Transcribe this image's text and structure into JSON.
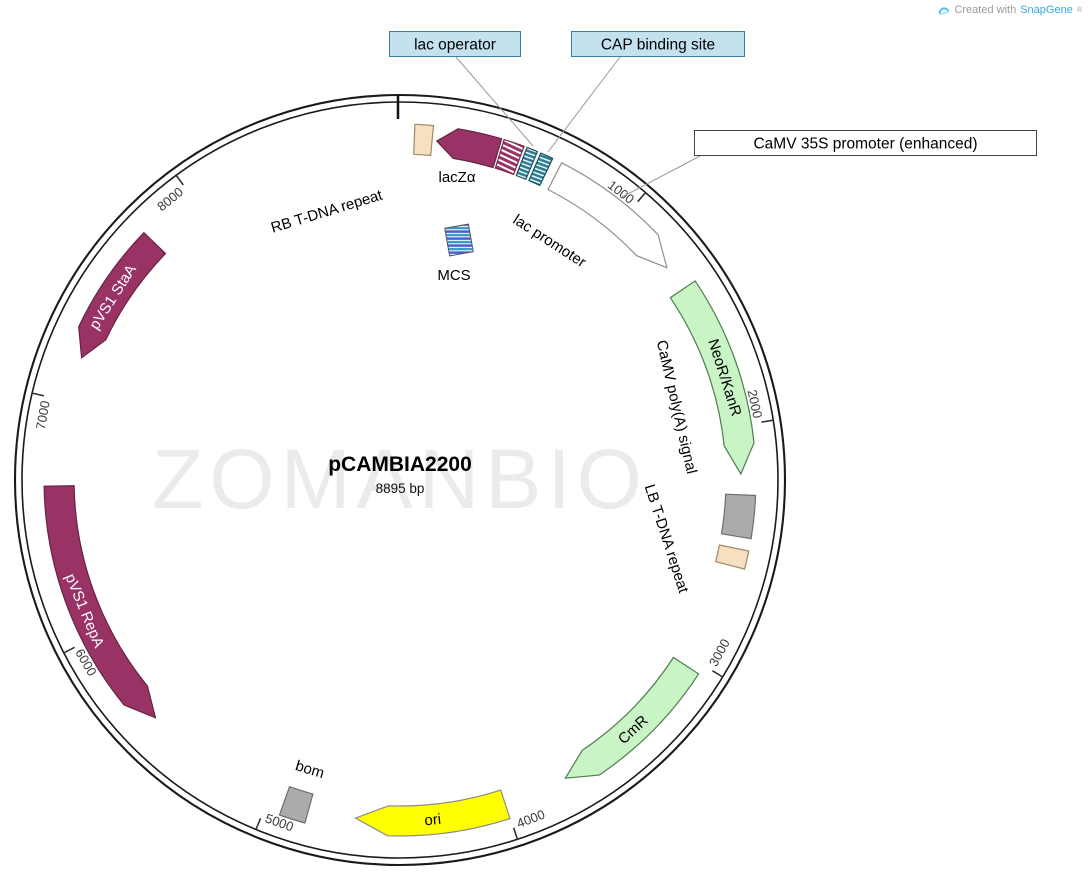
{
  "credit": {
    "prefix": "Created with",
    "brand": "SnapGene",
    "reg": "®"
  },
  "watermark": "ZOMANBIO",
  "plasmid": {
    "name": "pCAMBIA2200",
    "size": "8895 bp",
    "length_bp": 8895
  },
  "callouts": {
    "lac_operator": "lac operator",
    "cap_binding": "CAP binding site",
    "camv35s": "CaMV 35S promoter (enhanced)"
  },
  "labels": {
    "rb_tdna": "RB T-DNA repeat",
    "lacz": "lacZα",
    "lac_promoter": "lac promoter",
    "mcs": "MCS",
    "camv_polya": "CaMV poly(A) signal",
    "lb_tdna": "LB T-DNA repeat",
    "neor": "NeoR/KanR",
    "cmr": "CmR",
    "ori": "ori",
    "bom": "bom",
    "pvs1_repa": "pVS1 RepA",
    "pvs1_staa": "pVS1 StaA"
  },
  "ticks": [
    {
      "label": "1000"
    },
    {
      "label": "2000"
    },
    {
      "label": "3000"
    },
    {
      "label": "4000"
    },
    {
      "label": "5000"
    },
    {
      "label": "6000"
    },
    {
      "label": "7000"
    },
    {
      "label": "8000"
    }
  ],
  "features": [
    {
      "label": "RB T-DNA repeat",
      "shape": "box",
      "direction": null,
      "color_key": "tan",
      "approx_start_bp": 60,
      "approx_end_bp": 133
    },
    {
      "label": "lacZα",
      "shape": "arrow",
      "direction": "ccw",
      "color_key": "maroon",
      "approx_start_bp": 153,
      "approx_end_bp": 410
    },
    {
      "label": "lac promoter",
      "shape": "striped-box",
      "direction": null,
      "color_key": "maroon",
      "approx_start_bp": 420,
      "approx_end_bp": 504
    },
    {
      "label": "lac operator",
      "shape": "box",
      "direction": null,
      "color_key": "teal",
      "approx_start_bp": 516,
      "approx_end_bp": 561
    },
    {
      "label": "CAP binding site",
      "shape": "box",
      "direction": null,
      "color_key": "teal",
      "approx_start_bp": 576,
      "approx_end_bp": 628
    },
    {
      "label": "CaMV 35S promoter (enhanced)",
      "shape": "arrow",
      "direction": "cw",
      "color_key": "white",
      "approx_start_bp": 667,
      "approx_end_bp": 1273
    },
    {
      "label": "NeoR/KanR",
      "shape": "arrow",
      "direction": "cw",
      "color_key": "green",
      "approx_start_bp": 1384,
      "approx_end_bp": 2199
    },
    {
      "label": "CaMV poly(A) signal",
      "shape": "box",
      "direction": null,
      "color_key": "gray",
      "approx_start_bp": 2286,
      "approx_end_bp": 2459
    },
    {
      "label": "LB T-DNA repeat",
      "shape": "box",
      "direction": null,
      "color_key": "tan",
      "approx_start_bp": 2508,
      "approx_end_bp": 2582
    },
    {
      "label": "CmR",
      "shape": "arrow",
      "direction": "cw",
      "color_key": "green",
      "approx_start_bp": 3039,
      "approx_end_bp": 3731
    },
    {
      "label": "ori",
      "shape": "arrow",
      "direction": "cw",
      "color_key": "yellow",
      "approx_start_bp": 4003,
      "approx_end_bp": 4633
    },
    {
      "label": "bom",
      "shape": "box",
      "direction": null,
      "color_key": "gray",
      "approx_start_bp": 4831,
      "approx_end_bp": 4937
    },
    {
      "label": "pVS1 RepA",
      "shape": "arrow",
      "direction": "ccw",
      "color_key": "maroon",
      "approx_start_bp": 5579,
      "approx_end_bp": 6647
    },
    {
      "label": "pVS1 StaA",
      "shape": "arrow",
      "direction": "ccw",
      "color_key": "maroon",
      "approx_start_bp": 7190,
      "approx_end_bp": 7759
    }
  ],
  "colors": {
    "maroon": "#993366",
    "green": "#c9f4c5",
    "yellow": "#ffff00",
    "gray": "#ababab",
    "tan": "#f6e0bf",
    "white": "#ffffff",
    "teal": "#2c7e94",
    "callout_blue": "#c4e1ef",
    "callout_border": "#3f7f9e",
    "ring": "#1a1a1a",
    "watermark_gray": "#ebebeb",
    "brand_blue": "#35a8dd"
  }
}
